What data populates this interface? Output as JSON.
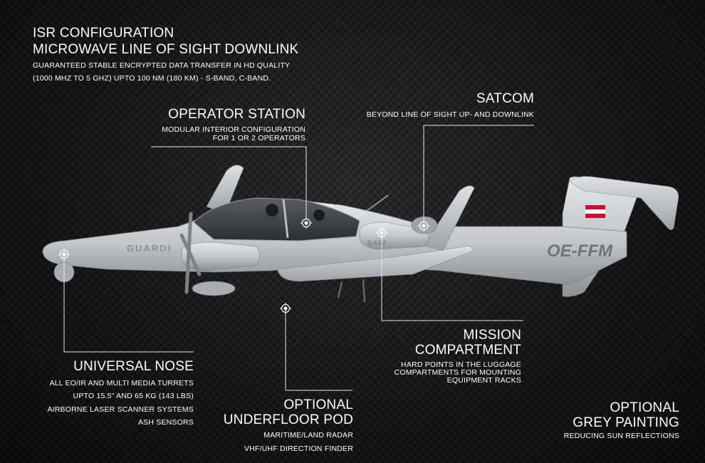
{
  "isr": {
    "title1": "ISR CONFIGURATION",
    "title2": "MICROWAVE LINE OF SIGHT DOWNLINK",
    "line1": "GUARANTEED STABLE ENCRYPTED DATA TRANSFER IN HD QUALITY",
    "line2": "(1000 MHZ TO 5 GHZ) UPTO 100 NM (180 KM) - S-BAND, C-BAND."
  },
  "operator": {
    "title": "OPERATOR STATION",
    "line1": "MODULAR INTERIOR CONFIGURATION",
    "line2": "FOR 1 OR 2 OPERATORS"
  },
  "satcom": {
    "title": "SATCOM",
    "line1": "BEYOND LINE OF SIGHT UP- AND DOWNLINK"
  },
  "mission": {
    "title1": "MISSION",
    "title2": "COMPARTMENT",
    "line1": "HARD POINTS IN THE LUGGAGE",
    "line2": "COMPARTMENTS FOR MOUNTING",
    "line3": "EQUIPMENT RACKS"
  },
  "nose": {
    "title": "UNIVERSAL NOSE",
    "line1": "ALL EO/IR AND MULTI MEDIA TURRETS",
    "line2": "UPTO 15.5\" AND 65 KG (143 LBS)",
    "line3": "AIRBORNE LASER SCANNER SYSTEMS",
    "line4": "ASH SENSORS"
  },
  "pod": {
    "title1": "OPTIONAL",
    "title2": "UNDERFLOOR POD",
    "line1": "MARITIME/LAND RADAR",
    "line2": "VHF/UHF DIRECTION FINDER"
  },
  "paint": {
    "title1": "OPTIONAL",
    "title2": "GREY PAINTING",
    "line1": "REDUCING SUN REFLECTIONS"
  },
  "aircraft": {
    "registration": "OE-FFM",
    "nose_lettering": "GUARDI",
    "engine_lettering": "DA62"
  },
  "colors": {
    "background": "#151515",
    "fuselage": "#c9ccd0",
    "text": "#ffffff",
    "leader_line": "#e6e6e6"
  }
}
